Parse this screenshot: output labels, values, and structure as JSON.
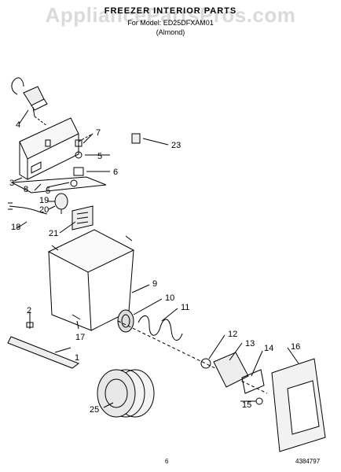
{
  "header": {
    "title": "FREEZER INTERIOR PARTS",
    "part_line": "For Model: ED25DFXAM01",
    "color_line": "(Almond)"
  },
  "watermark": "AppliancePartsPros.com",
  "callouts": [
    "1",
    "2",
    "3",
    "4",
    "5",
    "5",
    "6",
    "7",
    "8",
    "9",
    "10",
    "11",
    "12",
    "13",
    "14",
    "15",
    "16",
    "17",
    "18",
    "19",
    "20",
    "21",
    "23",
    "25"
  ],
  "footer": {
    "page": "6",
    "ref": "4384797"
  }
}
